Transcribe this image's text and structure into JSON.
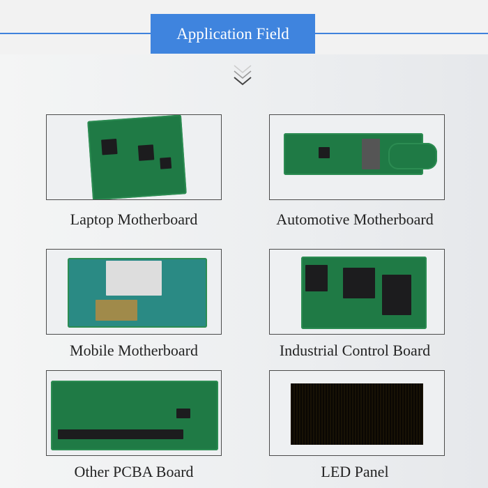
{
  "header": {
    "title": "Application Field",
    "icon": "chevron-down-icon"
  },
  "cards": [
    {
      "label": "Laptop Motherboard"
    },
    {
      "label": "Automotive Motherboard"
    },
    {
      "label": "Mobile Motherboard"
    },
    {
      "label": "Industrial Control Board"
    },
    {
      "label": "Other PCBA Board"
    },
    {
      "label": "LED Panel"
    }
  ],
  "colors": {
    "accent": "#3f84de",
    "pcb": "#1f7a45"
  }
}
